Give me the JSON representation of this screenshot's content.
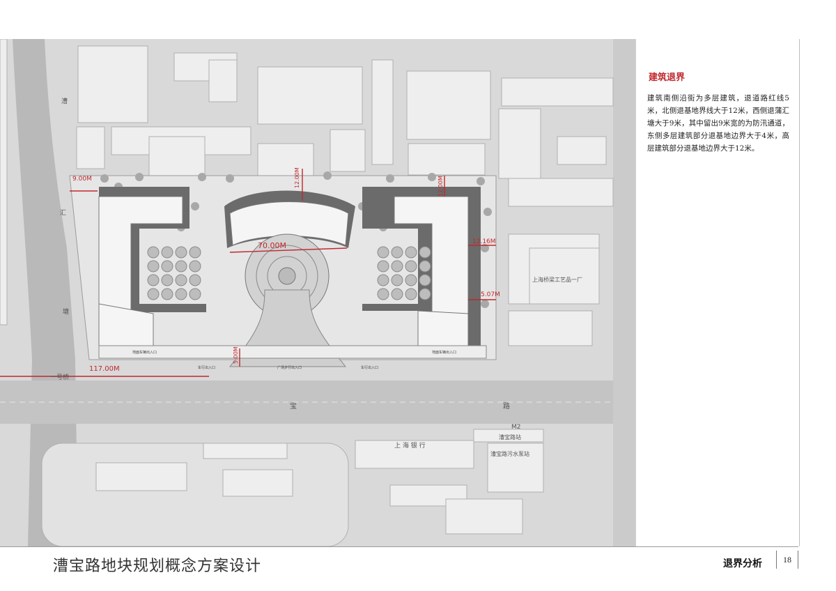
{
  "project_title": "漕宝路地块规划概念方案设计",
  "section_title": "退界分析",
  "page_number": "18",
  "sidebar": {
    "heading": "建筑退界",
    "body": "建筑南侧沿街为多层建筑，退道路红线5米，北侧退基地界线大于12米，西侧退蒲汇塘大于9米，其中留出9米宽的为防汛通道，东侧多层建筑部分退基地边界大于4米，高层建筑部分退基地边界大于12米。"
  },
  "map": {
    "dimensions": {
      "west": "9.00M",
      "north_left": "12.00M",
      "north_right": "12.00M",
      "center": "70.00M",
      "east_upper": "12.16M",
      "east_lower": "5.07M",
      "south": "5.00M",
      "frontage": "117.00M"
    },
    "street_chars": {
      "cao": "漕",
      "hui": "汇",
      "tang": "塘",
      "bao": "宝",
      "lu": "路",
      "yihao": "一号桥"
    },
    "places": {
      "metro": "M2",
      "station": "漕宝路站",
      "bank": "上 海 银 行",
      "station2": "漕宝路污水泵站",
      "factory": "上海桥梁工艺品一厂"
    },
    "gates": {
      "g1": "地面车辆出入口",
      "g2": "车行出入口",
      "g3": "广场步行出入口",
      "g4": "车行出入口",
      "g5": "地面车辆出入口"
    }
  },
  "colors": {
    "accent_red": "#c0282d",
    "building_dark": "#6b6b6b",
    "ground": "#d9d9d9"
  }
}
